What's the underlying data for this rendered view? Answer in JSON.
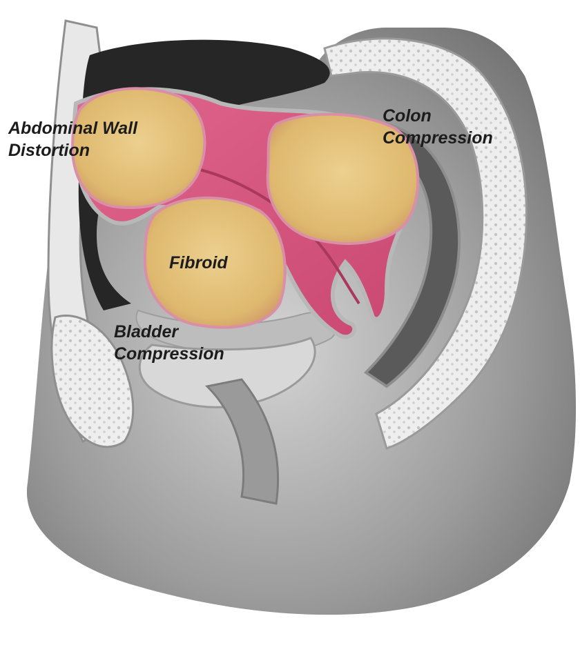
{
  "labels": {
    "abdominal_wall": [
      "Abdominal Wall",
      "Distortion"
    ],
    "colon": [
      "Colon",
      "Compression"
    ],
    "fibroid": "Fibroid",
    "bladder": [
      "Bladder",
      "Compression"
    ]
  },
  "colors": {
    "label_text": "#1c1c1c",
    "uterus": "#d9577f",
    "fibroid_fill": "#e2c07a",
    "tissue_gray": "#b9b9b9",
    "cavity_dark": "#262626",
    "bone_light": "#efefef",
    "body_shade": "#8a8a8a"
  }
}
